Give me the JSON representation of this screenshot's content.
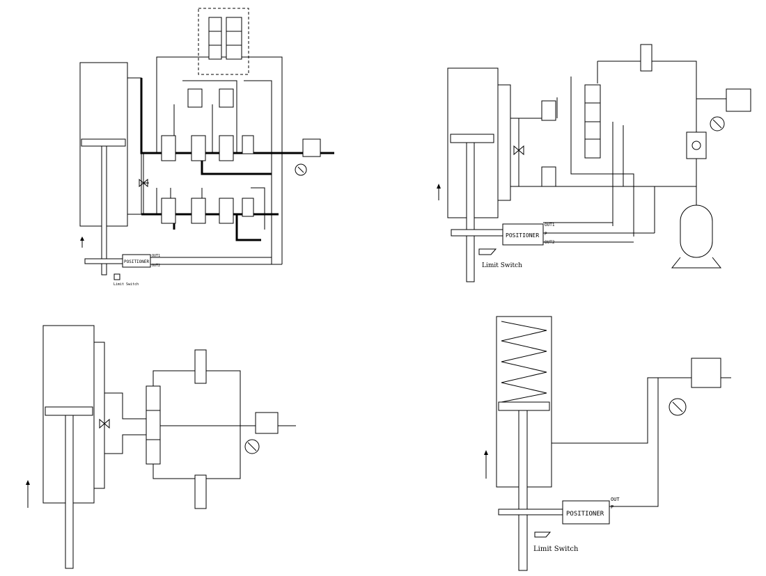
{
  "diagrams": {
    "d1": {
      "positioner_label": "POSITIONER",
      "port_out1": "OUT1",
      "port_out2": "OUT2",
      "limit_switch_label": "Limit Switch"
    },
    "d2": {
      "positioner_label": "POSITIONER",
      "port_out1": "OUT1",
      "port_p": "P",
      "port_out2": "OUT2",
      "limit_switch_label": "Limit Switch"
    },
    "d4": {
      "positioner_label": "POSITIONER",
      "port_out": "OUT",
      "port_p": "P",
      "limit_switch_label": "Limit Switch"
    }
  },
  "icons": [
    "cylinder-actuator",
    "solenoid-valve",
    "pressure-regulator",
    "pressure-gauge",
    "check-valve",
    "air-reservoir",
    "spring-return",
    "manual-valve",
    "limit-switch",
    "flow-control-valve"
  ]
}
